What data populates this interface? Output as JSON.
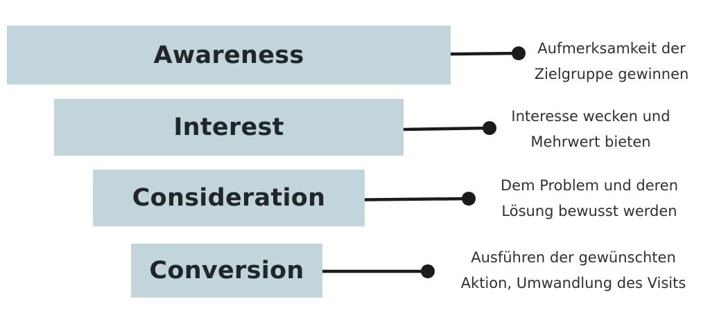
{
  "colors": {
    "background": "#ffffff",
    "bar_fill": "#c1d5da",
    "bar_label": "#20262a",
    "connector": "#1d1b1a",
    "description_text": "#303030"
  },
  "funnel": {
    "stages": [
      {
        "label": "Awareness",
        "description_lines": [
          "Aufmerksamkeit der",
          "Zielgruppe gewinnen"
        ]
      },
      {
        "label": "Interest",
        "description_lines": [
          "Interesse wecken und",
          "Mehrwert bieten"
        ]
      },
      {
        "label": "Consideration",
        "description_lines": [
          "Dem Problem und deren",
          "Lösung bewusst werden"
        ]
      },
      {
        "label": "Conversion",
        "description_lines": [
          "Ausführen der gewünschten",
          "Aktion, Umwandlung des Visits"
        ]
      }
    ]
  }
}
